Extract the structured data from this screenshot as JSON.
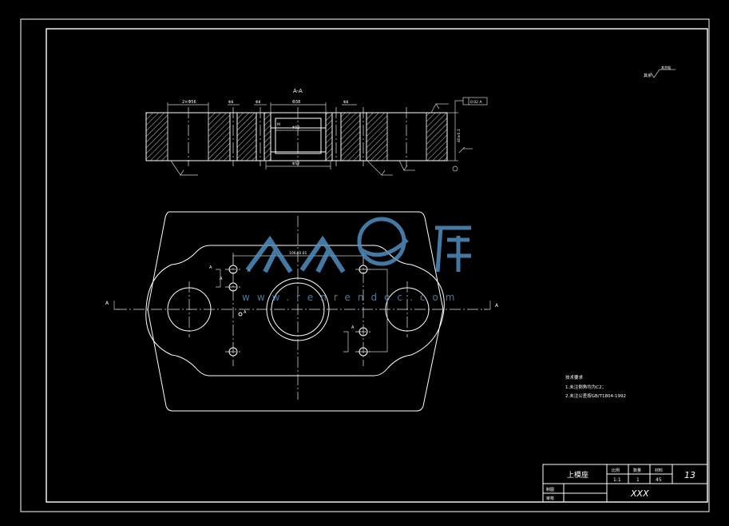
{
  "section_label": "A-A",
  "view_markers": {
    "left": "A",
    "right": "A"
  },
  "roughness_note": {
    "prefix": "其余",
    "value": "其余粗"
  },
  "dimensions": {
    "top_left": "2×Φ56",
    "top_mid_left": "Φ8",
    "top_mid_left2": "Φ8",
    "top_center": "Φ38",
    "inner_top": "Φ52",
    "inner_label": "M",
    "bottom_center": "Φ52",
    "top_right": "Φ8",
    "thickness": "40±0.1",
    "gtol": "0.02 A",
    "plan_width": "106±0.01",
    "marks": "A"
  },
  "tech_requirements": {
    "title": "技术要求",
    "lines": [
      "1.未注倒角均为C2；",
      "2.未注公差按GB/T1804-1992"
    ]
  },
  "title_block": {
    "part_name": "上模座",
    "col_scale_label": "比例",
    "col_qty_label": "数量",
    "col_material_label": "材料",
    "scale": "1:1",
    "qty": "1",
    "material": "45",
    "sheet_no": "13",
    "drawn_label": "制图",
    "check_label": "审核",
    "school": "XXX"
  }
}
